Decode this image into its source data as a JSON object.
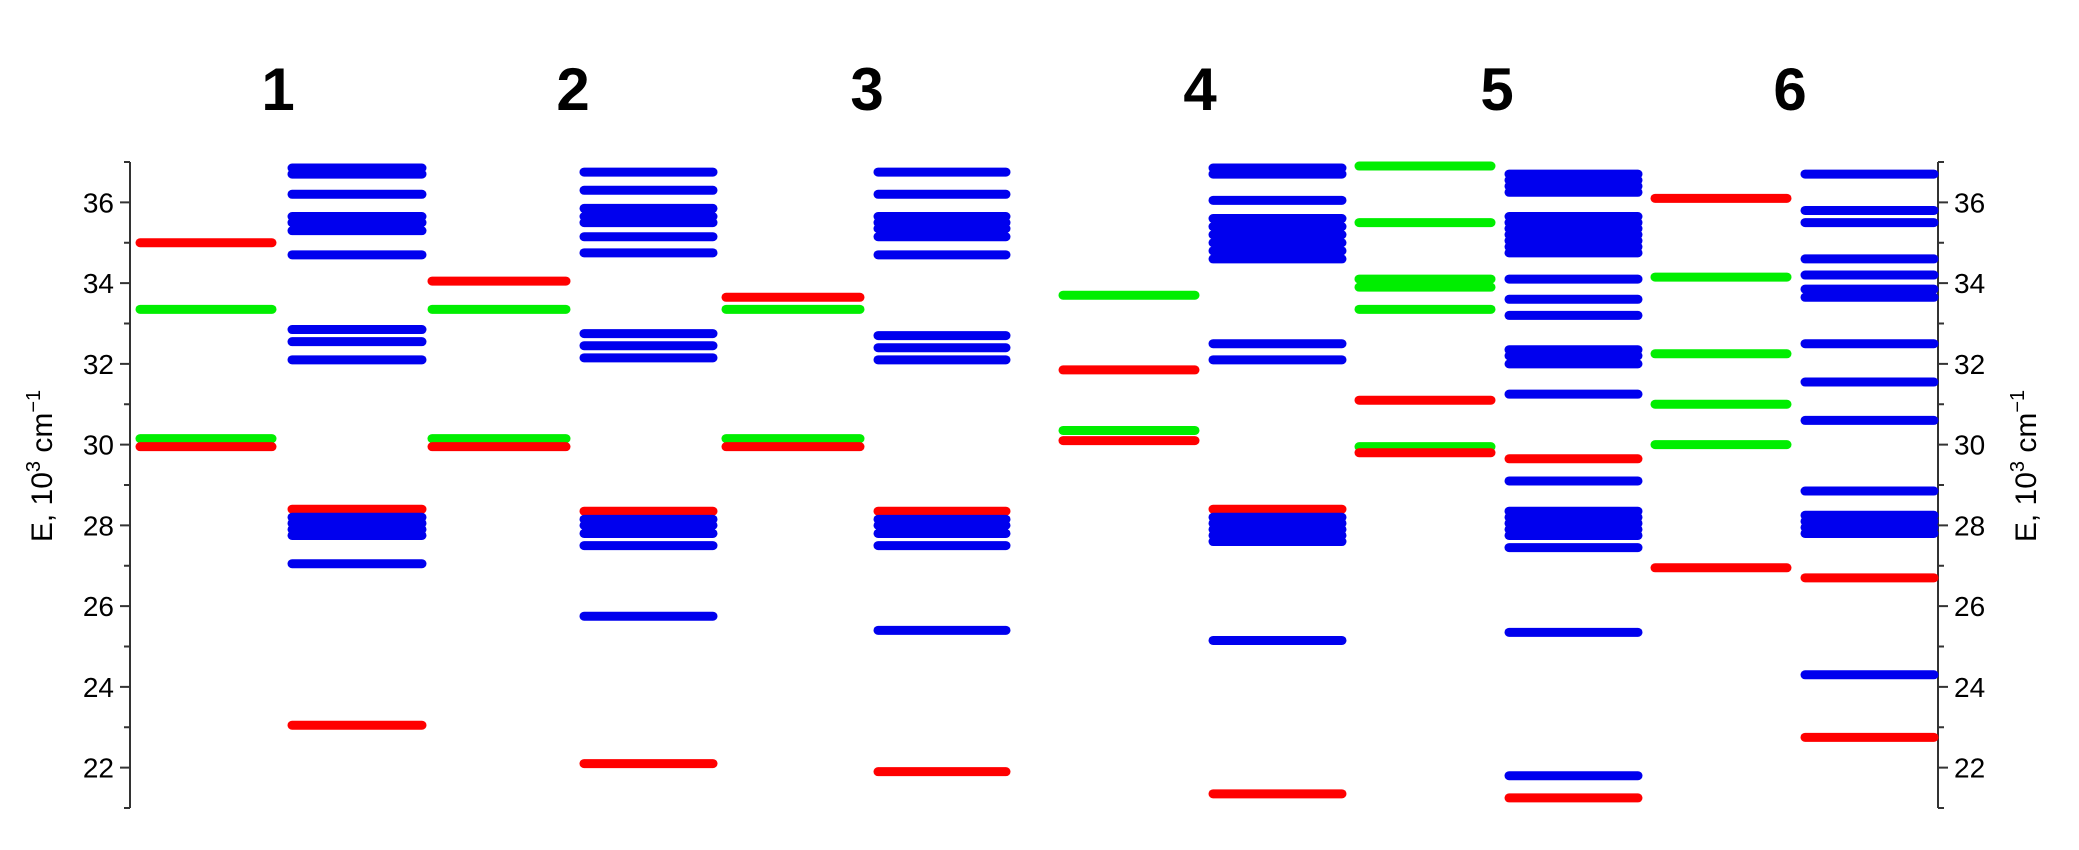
{
  "chart_data": {
    "type": "energy-level diagram",
    "column_labels": [
      "1",
      "2",
      "3",
      "4",
      "5",
      "6"
    ],
    "ylabel": {
      "prefix": "E, 10",
      "sup1": "3",
      "mid": " cm",
      "sup2": "−1"
    },
    "ylim": [
      21,
      37
    ],
    "yticks": [
      "22",
      "24",
      "26",
      "28",
      "30",
      "32",
      "34",
      "36"
    ],
    "colors": {
      "red": "#ff0000",
      "green": "#00ee00",
      "blue": "#0000ee"
    },
    "compounds": [
      {
        "label": "1",
        "left": [
          {
            "y": 35.0,
            "color": "red"
          },
          {
            "y": 33.35,
            "color": "green"
          },
          {
            "y": 30.15,
            "color": "green"
          },
          {
            "y": 29.95,
            "color": "red"
          }
        ],
        "right": [
          {
            "y": 36.85,
            "color": "blue"
          },
          {
            "y": 36.7,
            "color": "blue"
          },
          {
            "y": 36.2,
            "color": "blue"
          },
          {
            "y": 35.65,
            "color": "blue"
          },
          {
            "y": 35.5,
            "color": "blue"
          },
          {
            "y": 35.3,
            "color": "blue"
          },
          {
            "y": 34.7,
            "color": "blue"
          },
          {
            "y": 32.85,
            "color": "blue"
          },
          {
            "y": 32.55,
            "color": "blue"
          },
          {
            "y": 32.1,
            "color": "blue"
          },
          {
            "y": 28.4,
            "color": "red"
          },
          {
            "y": 28.2,
            "color": "blue"
          },
          {
            "y": 28.05,
            "color": "blue"
          },
          {
            "y": 27.9,
            "color": "blue"
          },
          {
            "y": 27.75,
            "color": "blue"
          },
          {
            "y": 27.05,
            "color": "blue"
          },
          {
            "y": 23.05,
            "color": "red"
          }
        ]
      },
      {
        "label": "2",
        "left": [
          {
            "y": 34.05,
            "color": "red"
          },
          {
            "y": 33.35,
            "color": "green"
          },
          {
            "y": 30.15,
            "color": "green"
          },
          {
            "y": 29.95,
            "color": "red"
          }
        ],
        "right": [
          {
            "y": 36.75,
            "color": "blue"
          },
          {
            "y": 36.3,
            "color": "blue"
          },
          {
            "y": 35.85,
            "color": "blue"
          },
          {
            "y": 35.65,
            "color": "blue"
          },
          {
            "y": 35.5,
            "color": "blue"
          },
          {
            "y": 35.15,
            "color": "blue"
          },
          {
            "y": 34.75,
            "color": "blue"
          },
          {
            "y": 32.75,
            "color": "blue"
          },
          {
            "y": 32.45,
            "color": "blue"
          },
          {
            "y": 32.15,
            "color": "blue"
          },
          {
            "y": 28.35,
            "color": "red"
          },
          {
            "y": 28.15,
            "color": "blue"
          },
          {
            "y": 28.0,
            "color": "blue"
          },
          {
            "y": 27.8,
            "color": "blue"
          },
          {
            "y": 27.5,
            "color": "blue"
          },
          {
            "y": 25.75,
            "color": "blue"
          },
          {
            "y": 22.1,
            "color": "red"
          }
        ]
      },
      {
        "label": "3",
        "left": [
          {
            "y": 33.65,
            "color": "red"
          },
          {
            "y": 33.35,
            "color": "green"
          },
          {
            "y": 30.15,
            "color": "green"
          },
          {
            "y": 29.95,
            "color": "red"
          }
        ],
        "right": [
          {
            "y": 36.75,
            "color": "blue"
          },
          {
            "y": 36.2,
            "color": "blue"
          },
          {
            "y": 35.65,
            "color": "blue"
          },
          {
            "y": 35.5,
            "color": "blue"
          },
          {
            "y": 35.35,
            "color": "blue"
          },
          {
            "y": 35.15,
            "color": "blue"
          },
          {
            "y": 34.7,
            "color": "blue"
          },
          {
            "y": 32.7,
            "color": "blue"
          },
          {
            "y": 32.4,
            "color": "blue"
          },
          {
            "y": 32.1,
            "color": "blue"
          },
          {
            "y": 28.35,
            "color": "red"
          },
          {
            "y": 28.15,
            "color": "blue"
          },
          {
            "y": 28.0,
            "color": "blue"
          },
          {
            "y": 27.8,
            "color": "blue"
          },
          {
            "y": 27.5,
            "color": "blue"
          },
          {
            "y": 25.4,
            "color": "blue"
          },
          {
            "y": 21.9,
            "color": "red"
          }
        ]
      },
      {
        "label": "4",
        "left": [
          {
            "y": 33.7,
            "color": "green"
          },
          {
            "y": 31.85,
            "color": "red"
          },
          {
            "y": 30.35,
            "color": "green"
          },
          {
            "y": 30.1,
            "color": "red"
          }
        ],
        "right": [
          {
            "y": 36.85,
            "color": "blue"
          },
          {
            "y": 36.7,
            "color": "blue"
          },
          {
            "y": 36.05,
            "color": "blue"
          },
          {
            "y": 35.6,
            "color": "blue"
          },
          {
            "y": 35.4,
            "color": "blue"
          },
          {
            "y": 35.2,
            "color": "blue"
          },
          {
            "y": 35.0,
            "color": "blue"
          },
          {
            "y": 34.8,
            "color": "blue"
          },
          {
            "y": 34.6,
            "color": "blue"
          },
          {
            "y": 32.5,
            "color": "blue"
          },
          {
            "y": 32.1,
            "color": "blue"
          },
          {
            "y": 28.4,
            "color": "red"
          },
          {
            "y": 28.2,
            "color": "blue"
          },
          {
            "y": 28.05,
            "color": "blue"
          },
          {
            "y": 27.9,
            "color": "blue"
          },
          {
            "y": 27.75,
            "color": "blue"
          },
          {
            "y": 27.6,
            "color": "blue"
          },
          {
            "y": 25.15,
            "color": "blue"
          },
          {
            "y": 21.35,
            "color": "red"
          }
        ]
      },
      {
        "label": "5",
        "left": [
          {
            "y": 36.9,
            "color": "green"
          },
          {
            "y": 35.5,
            "color": "green"
          },
          {
            "y": 34.1,
            "color": "green"
          },
          {
            "y": 33.9,
            "color": "green"
          },
          {
            "y": 33.35,
            "color": "green"
          },
          {
            "y": 31.1,
            "color": "red"
          },
          {
            "y": 29.95,
            "color": "green"
          },
          {
            "y": 29.8,
            "color": "red"
          }
        ],
        "right": [
          {
            "y": 36.7,
            "color": "blue"
          },
          {
            "y": 36.55,
            "color": "blue"
          },
          {
            "y": 36.4,
            "color": "blue"
          },
          {
            "y": 36.25,
            "color": "blue"
          },
          {
            "y": 35.65,
            "color": "blue"
          },
          {
            "y": 35.5,
            "color": "blue"
          },
          {
            "y": 35.35,
            "color": "blue"
          },
          {
            "y": 35.2,
            "color": "blue"
          },
          {
            "y": 35.05,
            "color": "blue"
          },
          {
            "y": 34.9,
            "color": "blue"
          },
          {
            "y": 34.75,
            "color": "blue"
          },
          {
            "y": 34.1,
            "color": "blue"
          },
          {
            "y": 33.6,
            "color": "blue"
          },
          {
            "y": 33.2,
            "color": "blue"
          },
          {
            "y": 32.35,
            "color": "blue"
          },
          {
            "y": 32.2,
            "color": "blue"
          },
          {
            "y": 32.0,
            "color": "blue"
          },
          {
            "y": 31.25,
            "color": "blue"
          },
          {
            "y": 29.65,
            "color": "red"
          },
          {
            "y": 29.1,
            "color": "blue"
          },
          {
            "y": 28.35,
            "color": "blue"
          },
          {
            "y": 28.2,
            "color": "blue"
          },
          {
            "y": 28.05,
            "color": "blue"
          },
          {
            "y": 27.9,
            "color": "blue"
          },
          {
            "y": 27.75,
            "color": "blue"
          },
          {
            "y": 27.45,
            "color": "blue"
          },
          {
            "y": 25.35,
            "color": "blue"
          },
          {
            "y": 21.8,
            "color": "blue"
          },
          {
            "y": 21.25,
            "color": "red"
          }
        ]
      },
      {
        "label": "6",
        "left": [
          {
            "y": 36.1,
            "color": "red"
          },
          {
            "y": 34.15,
            "color": "green"
          },
          {
            "y": 32.25,
            "color": "green"
          },
          {
            "y": 31.0,
            "color": "green"
          },
          {
            "y": 30.0,
            "color": "green"
          },
          {
            "y": 26.95,
            "color": "red"
          }
        ],
        "right": [
          {
            "y": 36.7,
            "color": "blue"
          },
          {
            "y": 35.8,
            "color": "blue"
          },
          {
            "y": 35.5,
            "color": "blue"
          },
          {
            "y": 34.6,
            "color": "blue"
          },
          {
            "y": 34.2,
            "color": "blue"
          },
          {
            "y": 33.85,
            "color": "blue"
          },
          {
            "y": 33.65,
            "color": "blue"
          },
          {
            "y": 32.5,
            "color": "blue"
          },
          {
            "y": 31.55,
            "color": "blue"
          },
          {
            "y": 30.6,
            "color": "blue"
          },
          {
            "y": 28.85,
            "color": "blue"
          },
          {
            "y": 28.25,
            "color": "blue"
          },
          {
            "y": 28.1,
            "color": "blue"
          },
          {
            "y": 27.95,
            "color": "blue"
          },
          {
            "y": 27.8,
            "color": "blue"
          },
          {
            "y": 26.7,
            "color": "red"
          },
          {
            "y": 24.3,
            "color": "blue"
          },
          {
            "y": 22.75,
            "color": "red"
          }
        ]
      }
    ]
  }
}
